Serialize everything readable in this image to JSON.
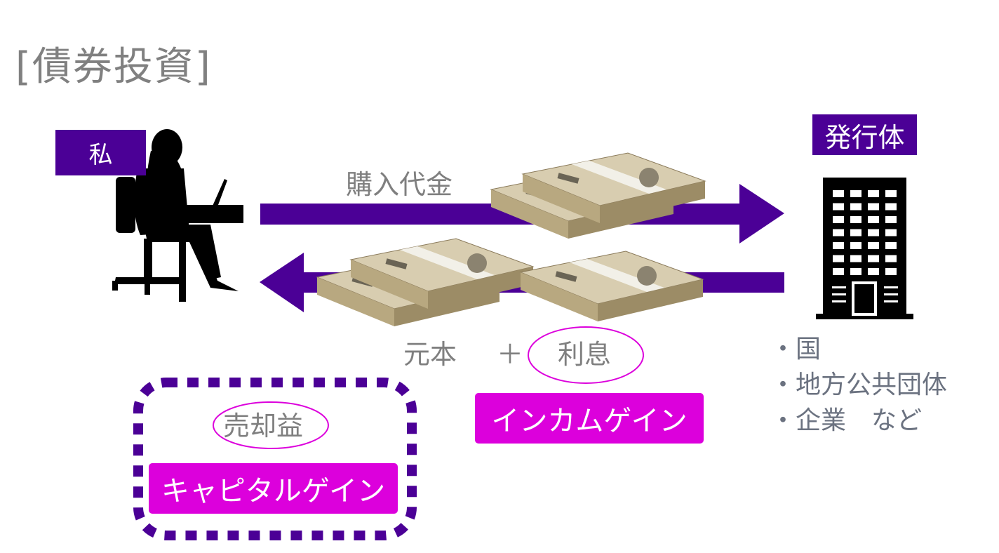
{
  "title": "[債券投資]",
  "investor": {
    "label": "私"
  },
  "issuer": {
    "label": "発行体",
    "examples": [
      "・国",
      "・地方公共団体",
      "・企業　など"
    ]
  },
  "flows": {
    "purchase_label": "購入代金",
    "principal_label": "元本",
    "plus": "＋",
    "interest_label": "利息"
  },
  "income_gain": {
    "label": "インカムゲイン"
  },
  "capital_gain": {
    "gain_label": "売却益",
    "label": "キャピタルゲイン"
  },
  "colors": {
    "purple": "#4b0096",
    "magenta": "#dc00dc",
    "text_gray": "#7f7f7f"
  },
  "icons": [
    "woman-at-laptop-silhouette",
    "office-building-icon",
    "banknote-bundle-icon"
  ]
}
